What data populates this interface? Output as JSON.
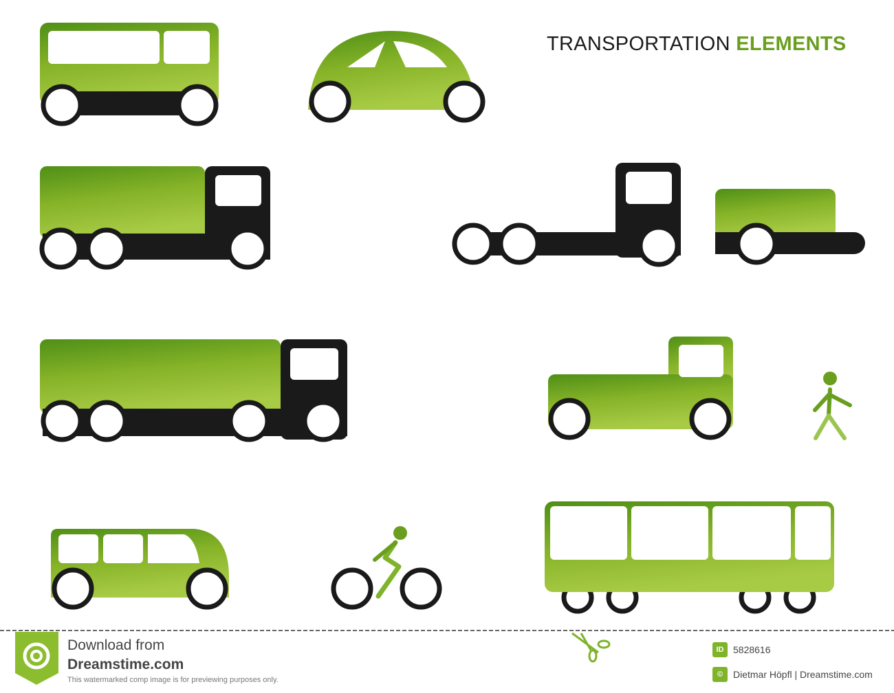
{
  "title": {
    "main": "TRANSPORTATION",
    "accent": "ELEMENTS"
  },
  "colors": {
    "green_dark": "#5c9a1c",
    "green_light": "#a4c83e",
    "black": "#1a1a1a",
    "accent_text": "#6a9e1f"
  },
  "vehicles": [
    "bus",
    "beetle-car",
    "truck",
    "tractor-unit",
    "trailer",
    "long-truck",
    "pickup-truck",
    "pedestrian",
    "minibus",
    "bicycle",
    "coach-bus"
  ],
  "footer": {
    "download_label": "Download from",
    "brand": "Dreamstime.com",
    "note": "This watermarked comp image is for previewing purposes only.",
    "id_badge": "ID",
    "image_id": "5828616",
    "credit": "Dietmar Höpfl | Dreamstime.com"
  }
}
